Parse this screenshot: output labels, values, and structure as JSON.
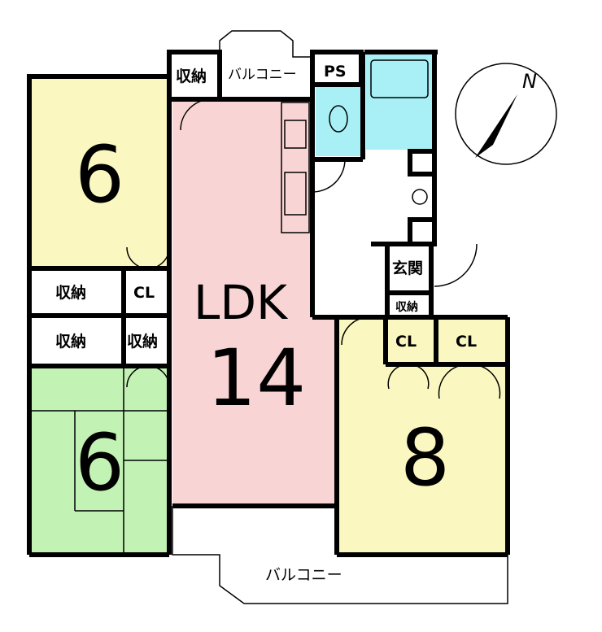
{
  "plan": {
    "rooms": {
      "western_room": {
        "size": "6"
      },
      "japanese_room": {
        "size": "6"
      },
      "ldk": {
        "name": "LDK",
        "size": "14"
      },
      "bedroom": {
        "size": "8"
      }
    },
    "labels": {
      "storage_top": "収納",
      "balcony_top": "バルコニー",
      "ps": "PS",
      "storage_left_a": "収納",
      "cl_left": "CL",
      "storage_left_b": "収納",
      "storage_left_c": "収納",
      "entrance": "玄関",
      "storage_entrance": "収納",
      "cl_right_a": "CL",
      "cl_right_b": "CL",
      "balcony_bottom": "バルコニー"
    },
    "compass": {
      "north": "N"
    },
    "colors": {
      "western_room": "#FAF8C0",
      "japanese_room": "#C2F2B4",
      "ldk": "#F9D4D4",
      "bedroom": "#FAF8C0",
      "bath": "#A8F0F6"
    }
  }
}
